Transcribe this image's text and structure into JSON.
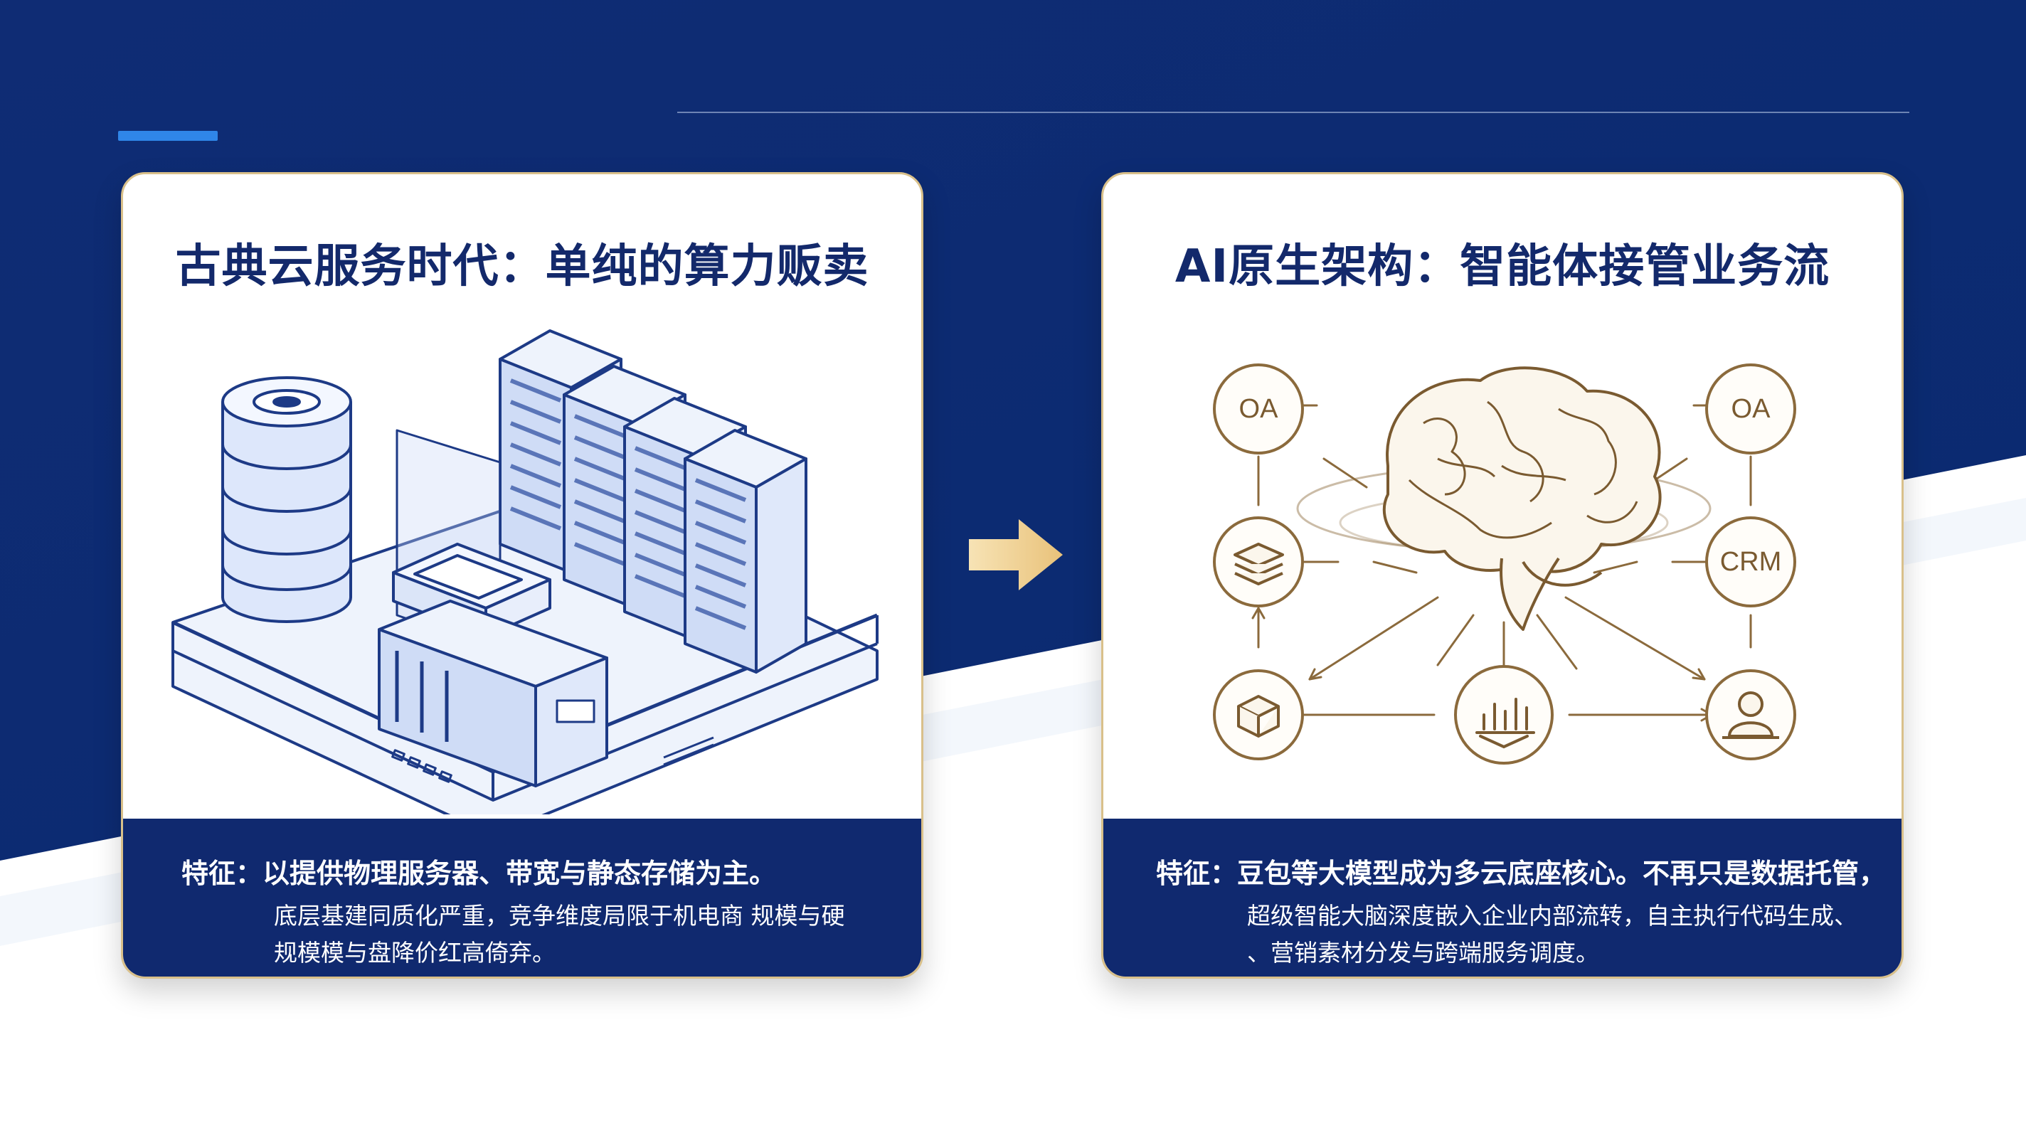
{
  "colors": {
    "navy": "#10296f",
    "background_navy": "#0d2b73",
    "accent_blue": "#2f86e8",
    "gold": "#8b6a3c",
    "illustration_blue": "#1d3a86"
  },
  "left_card": {
    "title": "古典云服务时代：单纯的算力贩卖",
    "feature_line1": "特征：以提供物理服务器、带宽与静态存储为主。",
    "feature_line2": "底层基建同质化严重，竞争维度局限于机电商 规模与硬",
    "feature_line3": "规模模与盘降价红高倚弃。",
    "icons": [
      "database-icon",
      "server-rack-icon",
      "server-box-icon"
    ]
  },
  "right_card": {
    "title": "AI原生架构：智能体接管业务流",
    "feature_line1": "特征：豆包等大模型成为多云底座核心。不再只是数据托管，",
    "feature_line2": "超级智能大脑深度嵌入企业内部流转，自主执行代码生成、",
    "feature_line3": "、营销素材分发与跨端服务调度。",
    "nodes": {
      "top_left": "OA",
      "top_right": "OA",
      "mid_right": "CRM",
      "mid_left_icon": "layers-icon",
      "bottom_left_icon": "box-icon",
      "bottom_center_icon": "chart-icon",
      "bottom_right_icon": "user-icon"
    },
    "center_icon": "brain-icon"
  },
  "transition_icon": "arrow-right-icon"
}
